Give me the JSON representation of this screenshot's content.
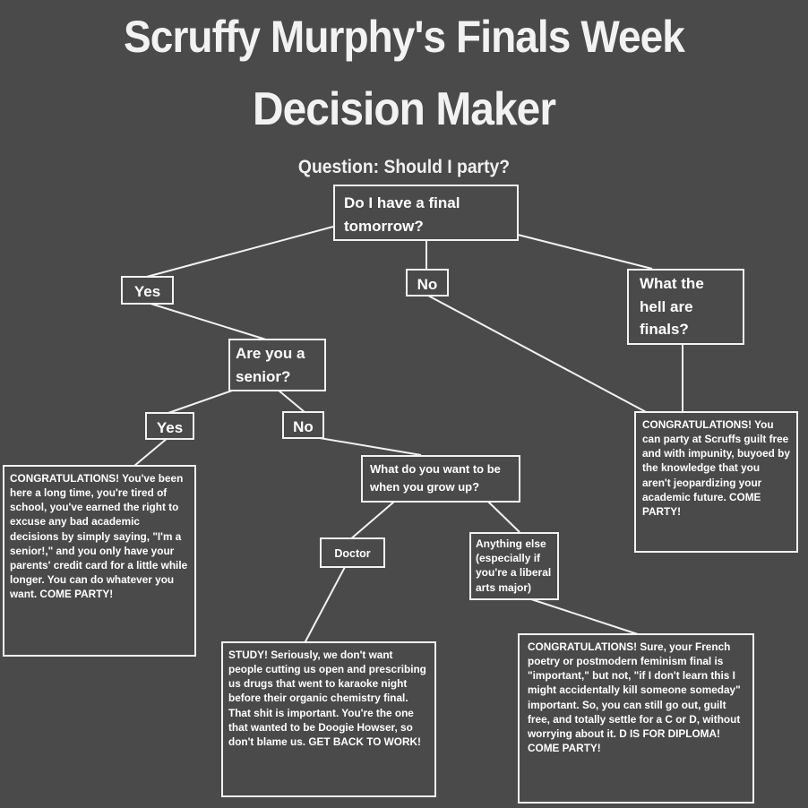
{
  "title_line1": "Scruffy Murphy's Finals Week",
  "title_line2": "Decision Maker",
  "question": "Question:  Should I party?",
  "nodes": {
    "root": "Do I have a final tomorrow?",
    "yes1": "Yes",
    "no1": "No",
    "what_finals": "What the hell are finals?",
    "senior_q": "Are you a senior?",
    "yes2": "Yes",
    "no2": "No",
    "grow_up_q": "What do you want to be when you grow up?",
    "doctor": "Doctor",
    "anything_else": "Anything else (especially if you're a liberal arts major)",
    "senior_result": "CONGRATULATIONS! You've been here a long time, you're tired of school, you've earned the right to excuse any bad academic decisions by simply saying, \"I'm a senior!,\" and you only have your parents' credit card for a little while longer. You can do whatever you want. COME PARTY!",
    "no_final_result": "CONGRATULATIONS! You can party at Scruffs guilt free and with impunity, buyoed by the knowledge that you aren't jeopardizing your academic future. COME PARTY!",
    "doctor_result": "STUDY! Seriously, we don't want people cutting us open and prescribing us drugs that went to karaoke night before their organic chemistry final. That shit is important. You're the one that wanted to be Doogie Howser, so don't blame us. GET BACK TO WORK!",
    "liberal_arts_result": "CONGRATULATIONS! Sure, your French poetry or postmodern feminism final is \"important,\" but not, \"if I don't learn this I might accidentally kill someone someday\" important.  So, you can still go out, guilt free, and totally settle for a C or D, without worrying about it. D IS FOR DIPLOMA! COME PARTY!"
  },
  "colors": {
    "background": "#4a4a4a",
    "foreground": "#f2f2f2"
  }
}
